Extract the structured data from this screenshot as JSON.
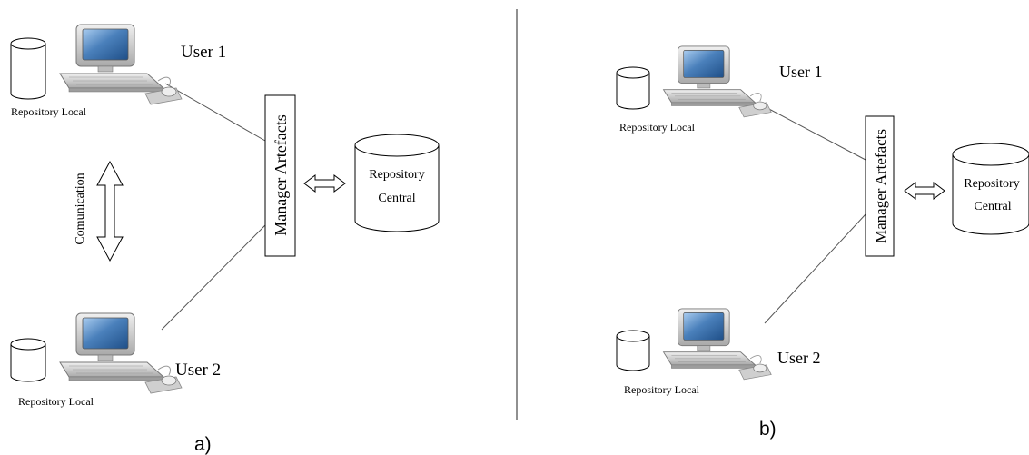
{
  "panels": [
    {
      "caption": "a)",
      "user1": "User 1",
      "user2": "User 2",
      "repo_local_1": "Repository Local",
      "repo_local_2": "Repository Local",
      "manager": "Manager Artefacts",
      "repo_central": [
        "Repository",
        "Central"
      ],
      "communication": "Comunication"
    },
    {
      "caption": "b)",
      "user1": "User 1",
      "user2": "User 2",
      "repo_local_1": "Repository Local",
      "repo_local_2": "Repository Local",
      "manager": "Manager Artefacts",
      "repo_central": [
        "Repository",
        "Central"
      ]
    }
  ],
  "colors": {
    "screen": "#3a6fa8",
    "screen_glow": "#9cc4ea",
    "computer_body": "#d4d4d4",
    "computer_dark": "#8a8a8a"
  }
}
